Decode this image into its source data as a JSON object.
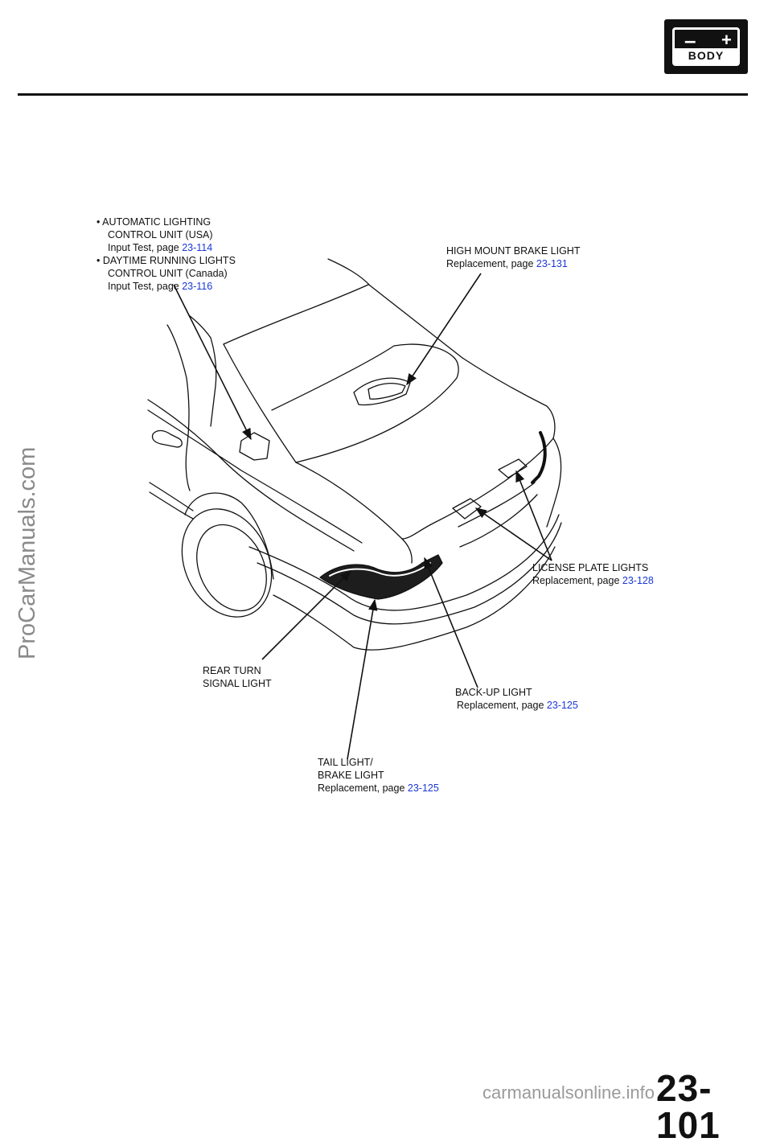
{
  "header": {
    "badge_minus": "–",
    "badge_plus": "+",
    "badge_text": "BODY"
  },
  "watermark": "ProCarManuals.com",
  "footer_watermark": "carmanualsonline.info",
  "page_number": "23-101",
  "callouts": {
    "automatic": {
      "line1": "• AUTOMATIC  LIGHTING",
      "line2": "CONTROL  UNIT  (USA)",
      "line3": "Input  Test,  page",
      "ref": "23-114"
    },
    "daytime": {
      "line1": "• DAYTIME  RUNNING  LIGHTS",
      "line2": "CONTROL  UNIT (Canada)",
      "line3": "Input  Test,  page",
      "ref": "23-116"
    },
    "high_mount": {
      "line1": "HIGH  MOUNT  BRAKE  LIGHT",
      "line2": "Replacement,  page",
      "ref": "23-131"
    },
    "license": {
      "line1": "LICENSE  PLATE  LIGHTS",
      "line2": "Replacement,  page",
      "ref": "23-128"
    },
    "rear_turn": {
      "line1": "REAR TURN",
      "line2": "SIGNAL  LIGHT"
    },
    "backup": {
      "line1": "BACK-UP LIGHT",
      "line2": "Replacement,  page",
      "ref": "23-125"
    },
    "tail": {
      "line1": "TAIL LIGHT/",
      "line2": "BRAKE LIGHT",
      "line3": "Replacement,  page",
      "ref": "23-125"
    }
  }
}
